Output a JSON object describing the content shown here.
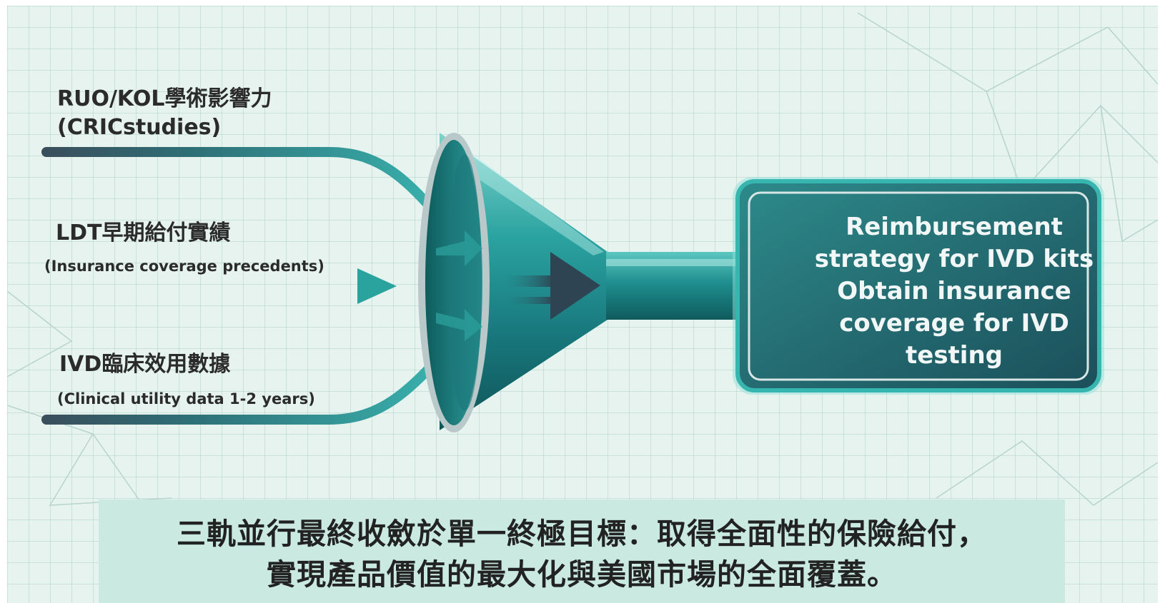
{
  "inputs": [
    {
      "title": "RUO/KOL學術影響力",
      "subtitle": "(CRICstudies)"
    },
    {
      "title": "LDT早期給付實績",
      "subtitle": "(Insurance coverage precedents)"
    },
    {
      "title": "IVD臨床效用數據",
      "subtitle": "(Clinical utility data 1-2 years)"
    }
  ],
  "goal": {
    "lines": [
      "Reimbursement",
      "strategy for IVD kits",
      "Obtain insurance",
      "coverage for IVD",
      "testing"
    ]
  },
  "banner": {
    "line1": "三軌並行最終收斂於單一終極目標：取得全面性的保險給付，",
    "line2": "實現產品價值的最大化與美國市場的全面覆蓋。"
  },
  "colors": {
    "teal": "#1f8c8c",
    "teal_dark": "#1a5f66",
    "banner_bg": "#c9e9e1",
    "grid_bg": "#e6f3ee"
  }
}
